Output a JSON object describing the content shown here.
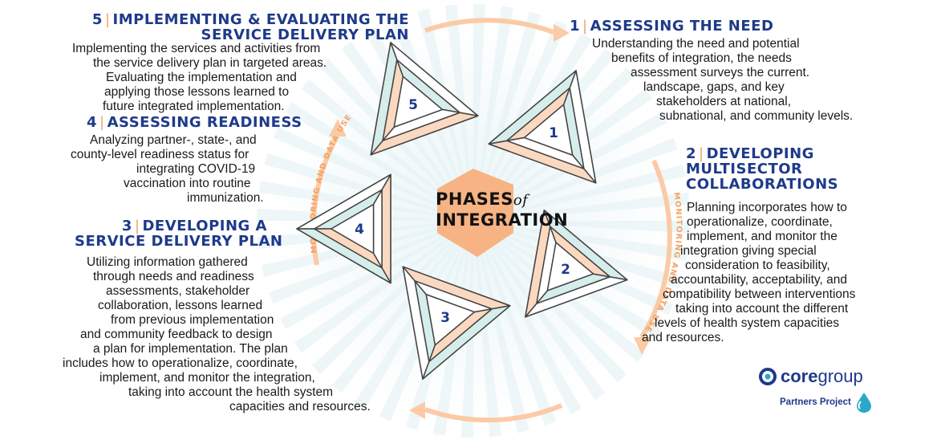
{
  "center": {
    "line1": "PHASES",
    "of": "of",
    "line2": "INTEGRATION"
  },
  "monitoring_label": "MONITORING AND DATA USE",
  "phases": [
    {
      "num": "1",
      "sep": "|",
      "title_lines": [
        "ASSESSING THE NEED"
      ],
      "body_lines": [
        "Understanding the need and potential",
        "benefits of integration, the needs",
        "assessment surveys the current.",
        "landscape, gaps, and key",
        "stakeholders at national,",
        "subnational, and community levels."
      ]
    },
    {
      "num": "2",
      "sep": "|",
      "title_lines": [
        "DEVELOPING",
        "MULTISECTOR",
        "COLLABORATIONS"
      ],
      "body_lines": [
        "Planning incorporates how to",
        "operationalize, coordinate,",
        "implement, and monitor the",
        "integration giving special",
        "consideration to feasibility,",
        "accountability, acceptability, and",
        "compatibility between interventions",
        "taking into account the different",
        "levels of health system capacities",
        "and resources."
      ]
    },
    {
      "num": "3",
      "sep": "|",
      "title_lines": [
        "DEVELOPING A",
        "SERVICE DELIVERY PLAN"
      ],
      "body_lines": [
        "Utilizing information gathered",
        "through needs and readiness",
        "assessments, stakeholder",
        "collaboration, lessons learned",
        "from previous implementation",
        "and community feedback to design",
        "a plan for implementation. The plan",
        "includes how to operationalize, coordinate,",
        "implement, and monitor the integration,",
        "taking into account the health system",
        "capacities and resources."
      ]
    },
    {
      "num": "4",
      "sep": "|",
      "title_lines": [
        "ASSESSING READINESS"
      ],
      "body_lines": [
        "Analyzing partner-, state-, and",
        "county-level readiness status for",
        "integrating COVID-19",
        "vaccination into routine",
        "immunization."
      ]
    },
    {
      "num": "5",
      "sep": "|",
      "title_lines": [
        "IMPLEMENTING & EVALUATING THE",
        "SERVICE DELIVERY PLAN"
      ],
      "body_lines": [
        "Implementing the services and activities from",
        "the service delivery plan in targeted areas.",
        "Evaluating the implementation and",
        "applying those lessons learned to",
        "future integrated implementation."
      ]
    }
  ],
  "logo": {
    "word_bold": "core",
    "word_light": "group",
    "sub": "Partners Project"
  },
  "colors": {
    "navy": "#1e3a8a",
    "orange": "#f4a261",
    "peach": "#fbd9c0",
    "mint": "#d6eeeb",
    "center_fill": "#f7b383"
  }
}
